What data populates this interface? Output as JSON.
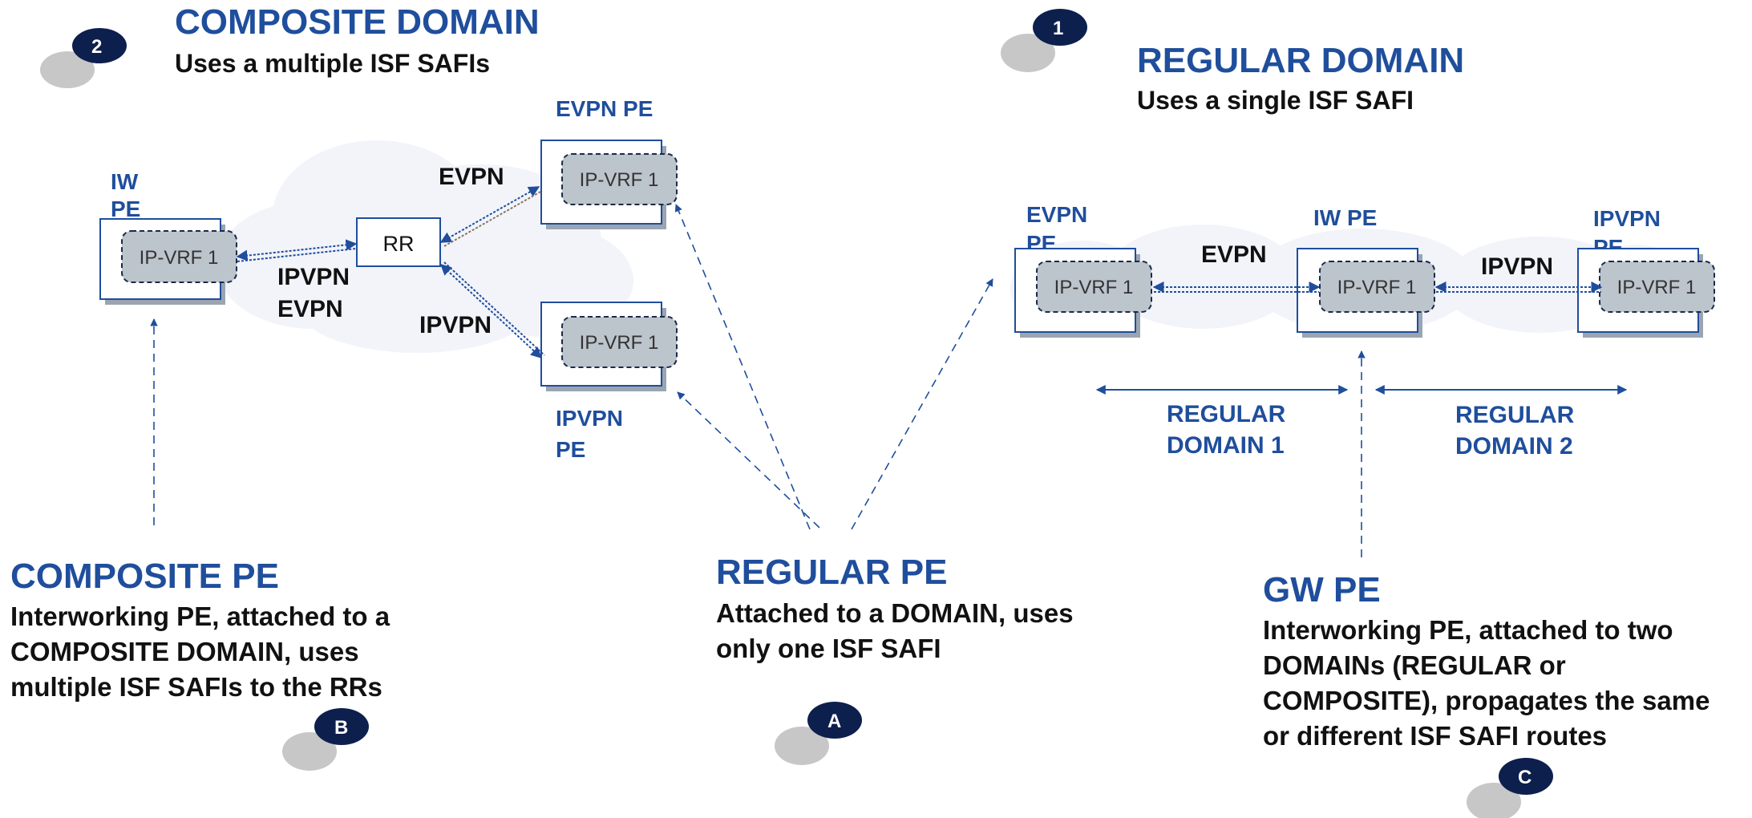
{
  "composite_domain": {
    "title": "COMPOSITE DOMAIN",
    "subtitle": "Uses a multiple ISF SAFIs",
    "badge": "2"
  },
  "regular_domain": {
    "title": "REGULAR DOMAIN",
    "subtitle": "Uses a single ISF SAFI",
    "badge": "1"
  },
  "composite_diagram": {
    "iw_pe_label": [
      "IW",
      "PE"
    ],
    "evpn_pe_label": "EVPN PE",
    "ipvpn_pe_label": [
      "IPVPN",
      "PE"
    ],
    "rr_label": "RR",
    "vrf_label": "IP-VRF 1",
    "link_iw_rr": [
      "IPVPN",
      "EVPN"
    ],
    "link_rr_evpn": "EVPN",
    "link_rr_ipvpn": "IPVPN"
  },
  "regular_diagram": {
    "evpn_pe_label": [
      "EVPN",
      "PE"
    ],
    "iw_pe_label": "IW PE",
    "ipvpn_pe_label": [
      "IPVPN",
      "PE"
    ],
    "vrf_label": "IP-VRF 1",
    "link_left": "EVPN",
    "link_right": "IPVPN",
    "domain1": [
      "REGULAR",
      "DOMAIN 1"
    ],
    "domain2": [
      "REGULAR",
      "DOMAIN 2"
    ]
  },
  "composite_pe": {
    "title": "COMPOSITE PE",
    "lines": [
      "Interworking PE, attached to a",
      "COMPOSITE DOMAIN, uses",
      "multiple ISF SAFIs to the RRs"
    ],
    "badge": "B"
  },
  "regular_pe": {
    "title": "REGULAR PE",
    "lines": [
      "Attached to a DOMAIN, uses",
      "only one ISF SAFI"
    ],
    "badge": "A"
  },
  "gw_pe": {
    "title": "GW PE",
    "lines": [
      "Interworking PE, attached to two",
      "DOMAINs (REGULAR or",
      "COMPOSITE), propagates the same",
      "or different ISF SAFI routes"
    ],
    "badge": "C"
  },
  "colors": {
    "brand_blue": "#1f4e9c",
    "navy": "#0d1f4d",
    "vrf_fill": "#bcc4cc",
    "cloud": "#f2f4fa",
    "badge_shadow": "#c7c7c7"
  }
}
